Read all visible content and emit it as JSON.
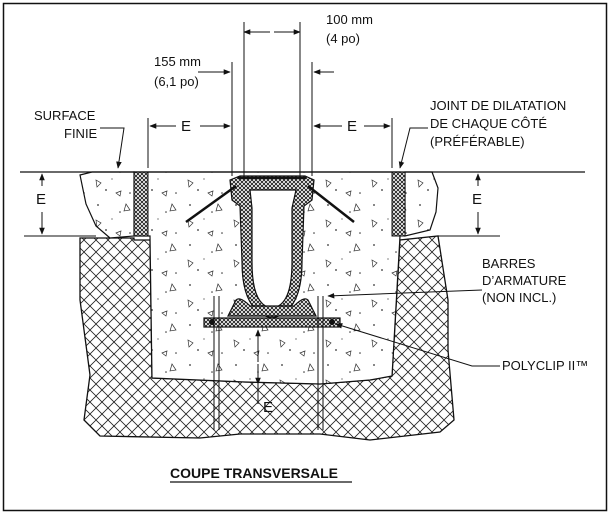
{
  "dimensions": {
    "outer_width_mm": "100 mm",
    "outer_width_in": "(4 po)",
    "channel_width_mm": "155 mm",
    "channel_width_in": "(6,1 po)",
    "e": "E"
  },
  "labels": {
    "surface_line1": "SURFACE",
    "surface_line2": "FINIE",
    "joint_line1": "JOINT DE DILATATION",
    "joint_line2": "DE CHAQUE CÔTÉ",
    "joint_line3": "(PRÉFÉRABLE)",
    "rebar_line1": "BARRES",
    "rebar_line2": "D’ARMATURE",
    "rebar_line3": "(NON INCL.)",
    "polyclip": "POLYCLIP II™"
  },
  "title": "COUPE TRANSVERSALE"
}
